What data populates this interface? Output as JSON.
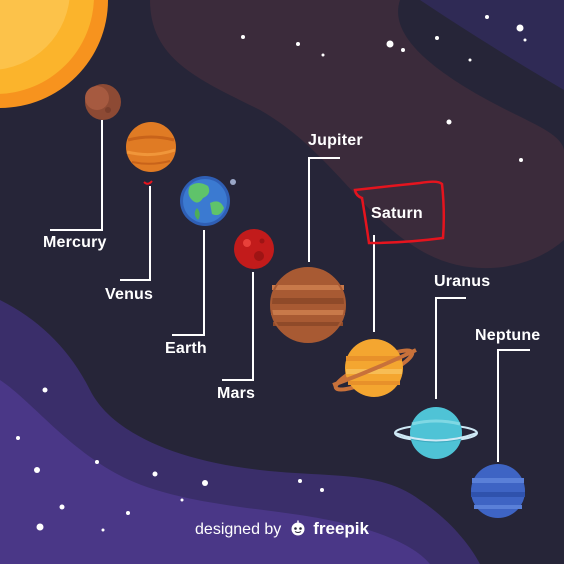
{
  "planets": [
    {
      "name": "Mercury"
    },
    {
      "name": "Venus"
    },
    {
      "name": "Earth"
    },
    {
      "name": "Mars"
    },
    {
      "name": "Jupiter"
    },
    {
      "name": "Saturn",
      "highlighted": true
    },
    {
      "name": "Uranus"
    },
    {
      "name": "Neptune"
    }
  ],
  "credit": {
    "prefix": "designed by",
    "brand": "freepik"
  },
  "colors": {
    "background": "#262538",
    "nebula_purple": "#3a2e6a",
    "nebula_maroon": "#3b2b3b",
    "sun": "#fbb42c",
    "annotation_red": "#e5141e"
  }
}
